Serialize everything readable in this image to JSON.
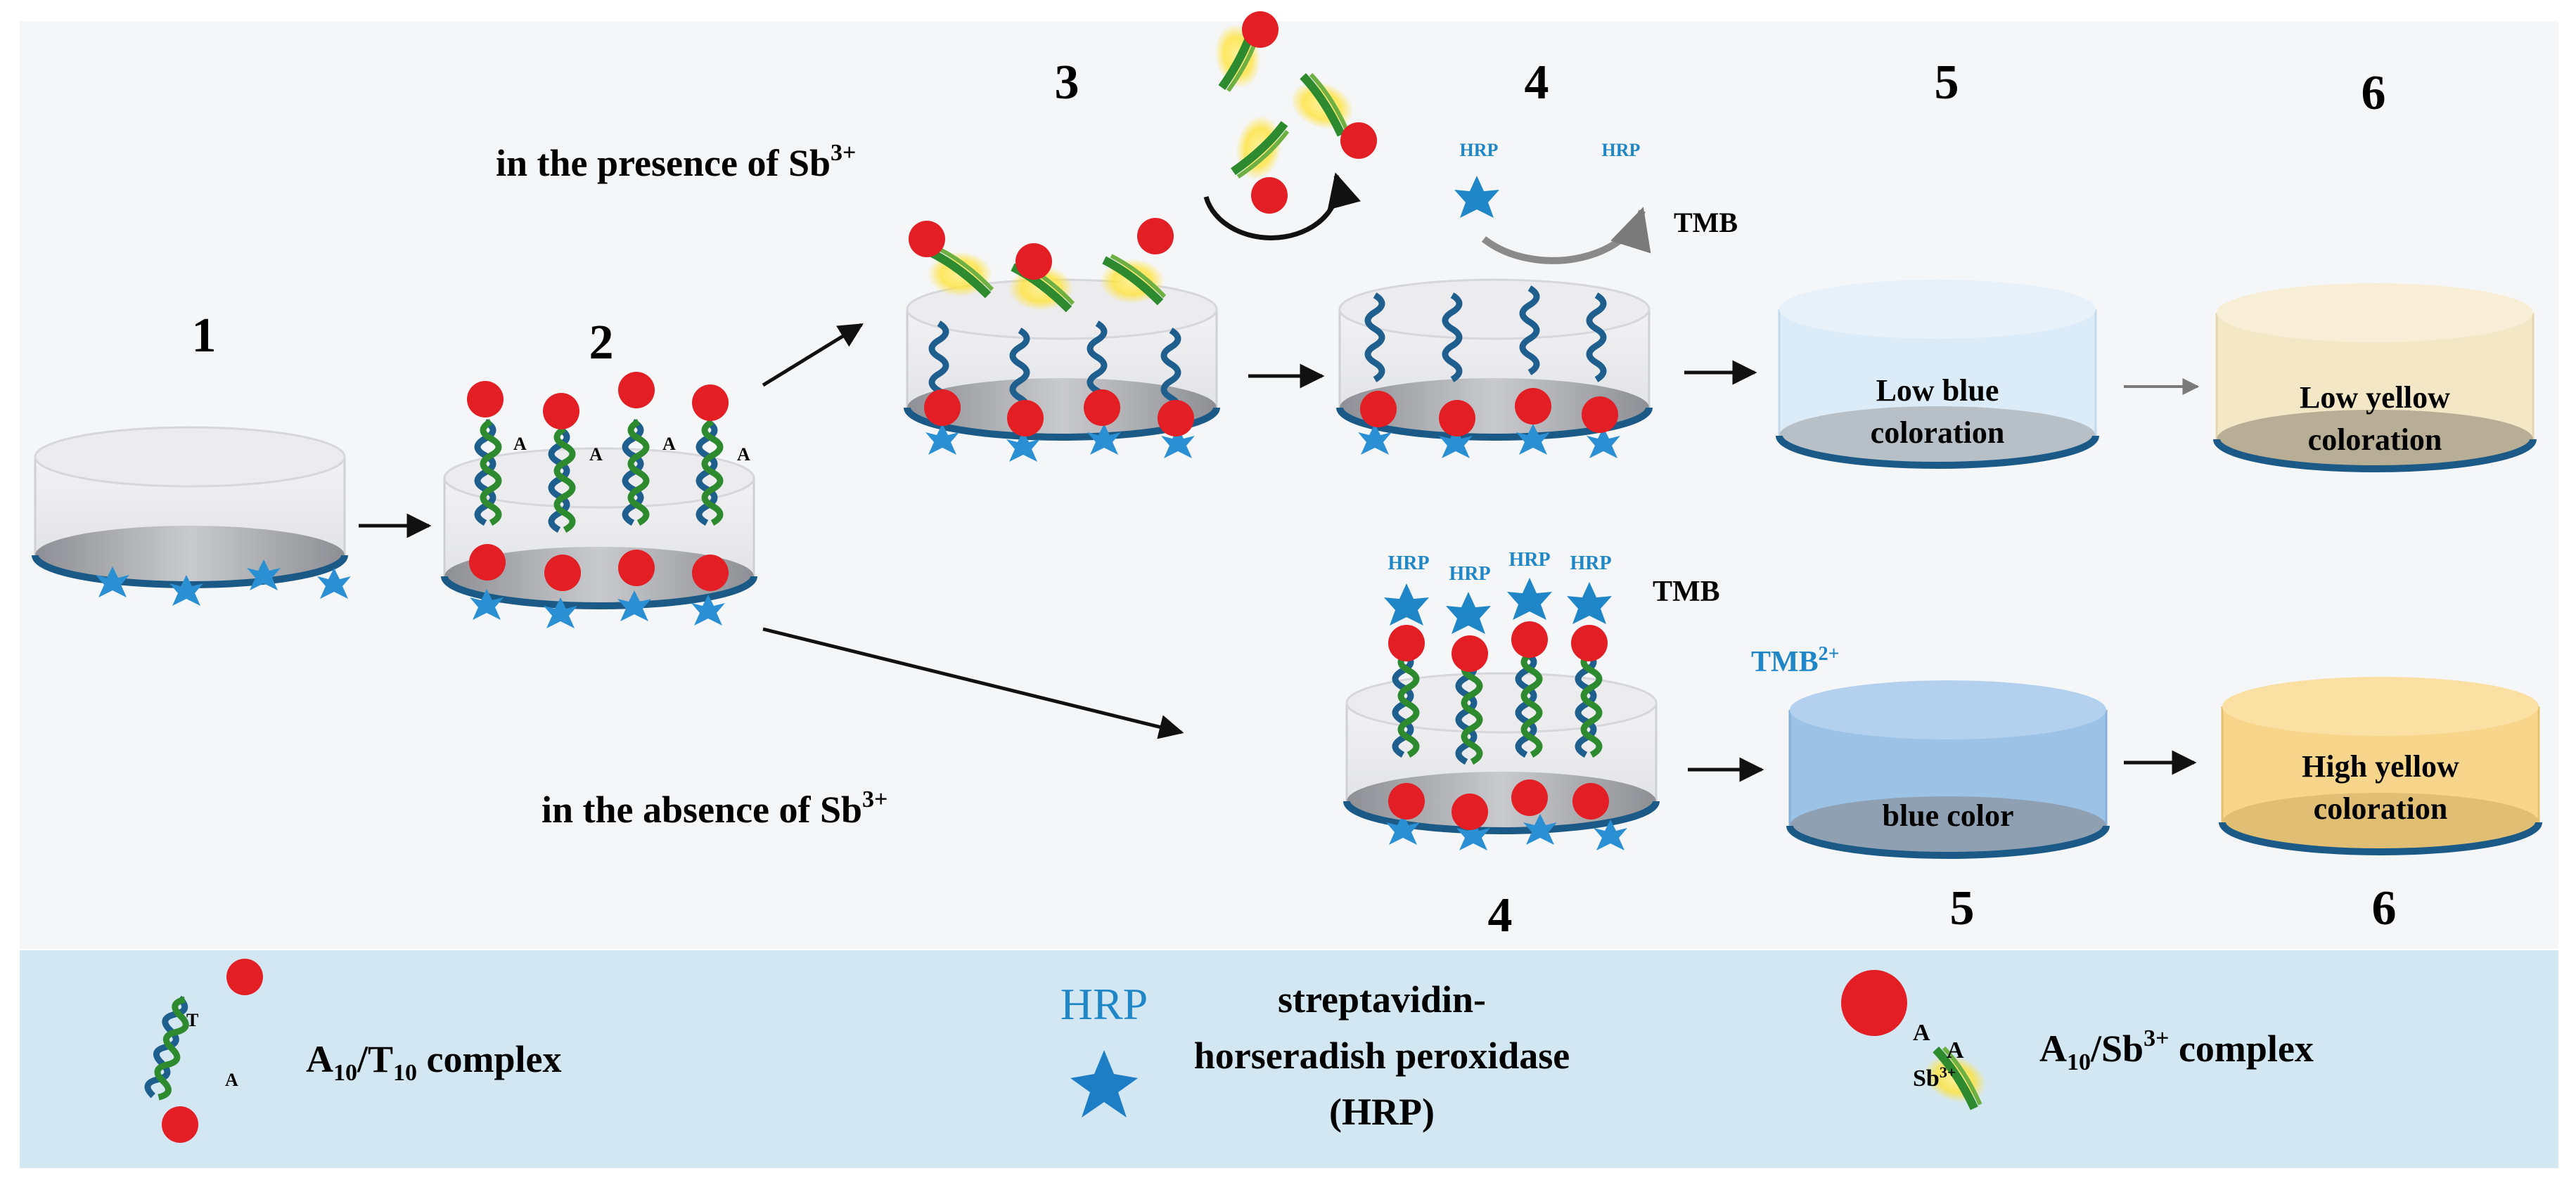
{
  "steps": {
    "s1": "1",
    "s2": "2",
    "s3": "3",
    "s4_top": "4",
    "s5_top": "5",
    "s6_top": "6",
    "s4_bottom": "4",
    "s5_bottom": "5",
    "s6_bottom": "6"
  },
  "conditions": {
    "presence_text": "in the presence of Sb",
    "presence_sup": "3+",
    "absence_text": "in the absence of Sb",
    "absence_sup": "3+"
  },
  "reagents": {
    "tmb_top": "TMB",
    "tmb_bottom": "TMB",
    "tmb2_text": "TMB",
    "tmb2_sup": "2+",
    "hrp_label": "HRP",
    "sb_label": "Sb",
    "sb_sup": "3+",
    "a_letter": "A",
    "t_letter": "T"
  },
  "wells": {
    "top5_line1": "Low blue",
    "top5_line2": "coloration",
    "top6_line1": "Low yellow",
    "top6_line2": "coloration",
    "bot5_line1": "blue color",
    "bot6_line1": "High yellow",
    "bot6_line2": "coloration"
  },
  "legend": {
    "a10t10_a": "A",
    "a10t10_sub1": "10",
    "a10t10_t": "/T",
    "a10t10_sub2": "10",
    "a10t10_rest": " complex",
    "hrp_symbol": "HRP",
    "hrp_line1": "streptavidin-",
    "hrp_line2": "horseradish peroxidase",
    "hrp_line3": "(HRP)",
    "a10sb_a": "A",
    "a10sb_sub": "10",
    "a10sb_sb": "/Sb",
    "a10sb_sup": "3+",
    "a10sb_rest": " complex"
  },
  "colors": {
    "background": "#f5f6f8",
    "legend_bg": "#d3e7f3",
    "bead": "#e31e24",
    "star": "#2a8fd3",
    "dna_blue": "#1f5f8e",
    "dna_green": "#2d8a2e",
    "hrp_text": "#1f86c7",
    "low_blue": "#dbebf7",
    "blue_color": "#9cc3e6",
    "low_yellow": "#f3e7c6",
    "high_yellow": "#f7d58a"
  }
}
